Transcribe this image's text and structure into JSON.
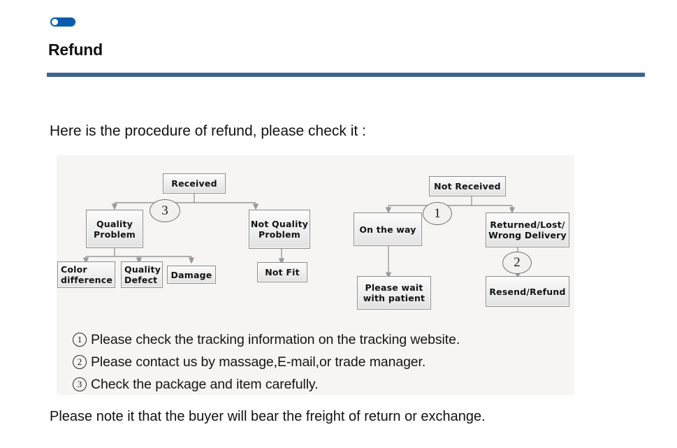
{
  "header": {
    "toggle_icon": "toggle-on-icon",
    "title": "Refund",
    "divider_color": "#3d6491",
    "toggle_color": "#0b5cab"
  },
  "body": {
    "lead_text": "Here is the procedure of refund, please check it :",
    "foot_text": "Please note it that the buyer will bear the freight of return or exchange."
  },
  "diagram": {
    "background": "#f6f5f4",
    "nodes": [
      {
        "id": "received",
        "label": "Received"
      },
      {
        "id": "quality-problem",
        "label": "Quality\nProblem"
      },
      {
        "id": "not-quality-problem",
        "label": "Not Quality\nProblem"
      },
      {
        "id": "color-difference",
        "label": "Color\ndifference"
      },
      {
        "id": "quality-defect",
        "label": "Quality\nDefect"
      },
      {
        "id": "damage",
        "label": "Damage"
      },
      {
        "id": "not-fit",
        "label": "Not Fit"
      },
      {
        "id": "not-received",
        "label": "Not  Received"
      },
      {
        "id": "on-the-way",
        "label": "On the way"
      },
      {
        "id": "returned-lost-wrong",
        "label": "Returned/Lost/\nWrong Delivery"
      },
      {
        "id": "please-wait",
        "label": "Please wait\nwith patient"
      },
      {
        "id": "resend-refund",
        "label": "Resend/Refund"
      }
    ],
    "node_labels": {
      "received": "Received",
      "quality_problem_l1": "Quality",
      "quality_problem_l2": "Problem",
      "not_quality_problem_l1": "Not Quality",
      "not_quality_problem_l2": "Problem",
      "color_difference_l1": "Color",
      "color_difference_l2": "difference",
      "quality_defect_l1": "Quality",
      "quality_defect_l2": "Defect",
      "damage": "Damage",
      "not_fit": "Not Fit",
      "not_received": "Not  Received",
      "on_the_way": "On the way",
      "returned_lost_l1": "Returned/Lost/",
      "returned_lost_l2": "Wrong Delivery",
      "please_wait_l1": "Please wait",
      "please_wait_l2": "with patient",
      "resend_refund": "Resend/Refund"
    },
    "markers": {
      "marker_three": "3",
      "marker_one": "1",
      "marker_two": "2"
    }
  },
  "notes": [
    {
      "num": "1",
      "text": "Please check the tracking information on the tracking website."
    },
    {
      "num": "2",
      "text": "Please contact us by  massage,E-mail,or trade manager."
    },
    {
      "num": "3",
      "text": "Check the package and item carefully."
    }
  ]
}
